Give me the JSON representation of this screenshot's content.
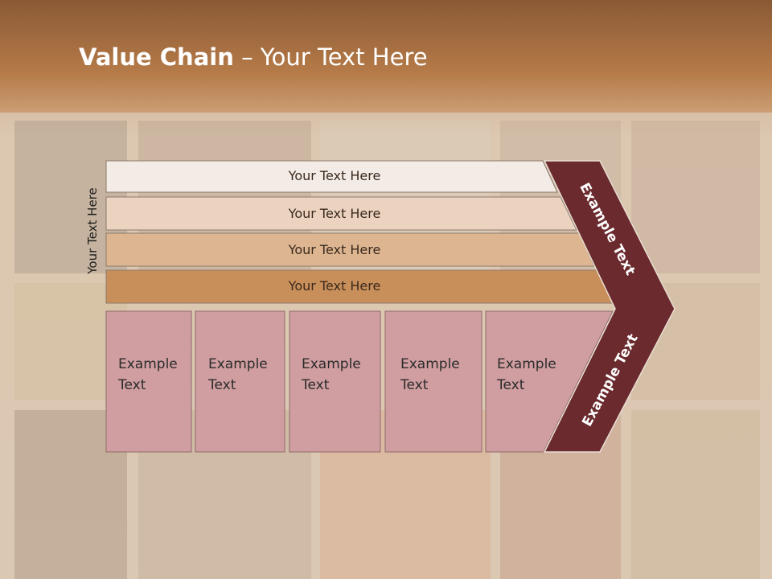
{
  "title": {
    "bold": "Value Chain",
    "rest": " – Your Text Here"
  },
  "ylabel": "Your Text Here",
  "rows": [
    {
      "label": "Your Text Here",
      "color": "#f3ebe5"
    },
    {
      "label": "Your Text Here",
      "color": "#ebd3bf"
    },
    {
      "label": "Your Text Here",
      "color": "#ddb591"
    },
    {
      "label": "Your Text Here",
      "color": "#c98f5a"
    }
  ],
  "boxes": [
    {
      "line1": "Example",
      "line2": "Text"
    },
    {
      "line1": "Example",
      "line2": "Text"
    },
    {
      "line1": "Example",
      "line2": "Text"
    },
    {
      "line1": "Example",
      "line2": "Text"
    },
    {
      "line1": "Example",
      "line2": "Text"
    }
  ],
  "chevron": {
    "top": "Example Text",
    "bottom": "Example Text"
  },
  "colors": {
    "box": "#d09ea0",
    "chevron": "#6b2a2d",
    "title": "#ffffff"
  }
}
